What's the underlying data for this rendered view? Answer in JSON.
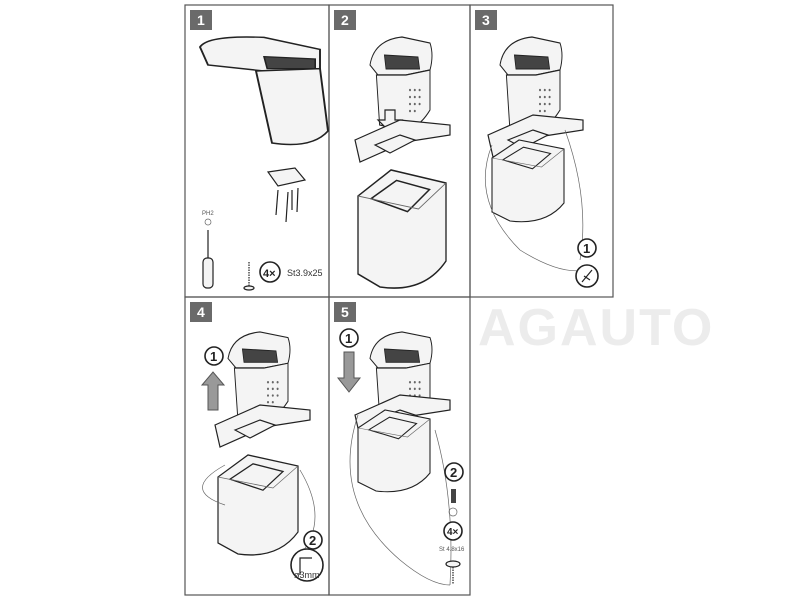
{
  "watermark": "AGAUTO",
  "panels": [
    {
      "number": "1",
      "tool_label": "PH2",
      "qty": "4×",
      "screw_spec": "St3.9x25"
    },
    {
      "number": "2"
    },
    {
      "number": "3",
      "step_callout": "1"
    },
    {
      "number": "4",
      "step_callout_1": "1",
      "step_callout_2": "2",
      "drill_size": "ø3mm"
    },
    {
      "number": "5",
      "step_callout_1": "1",
      "step_callout_2": "2",
      "qty": "4×",
      "screw_spec": "St 4.8x16"
    }
  ]
}
